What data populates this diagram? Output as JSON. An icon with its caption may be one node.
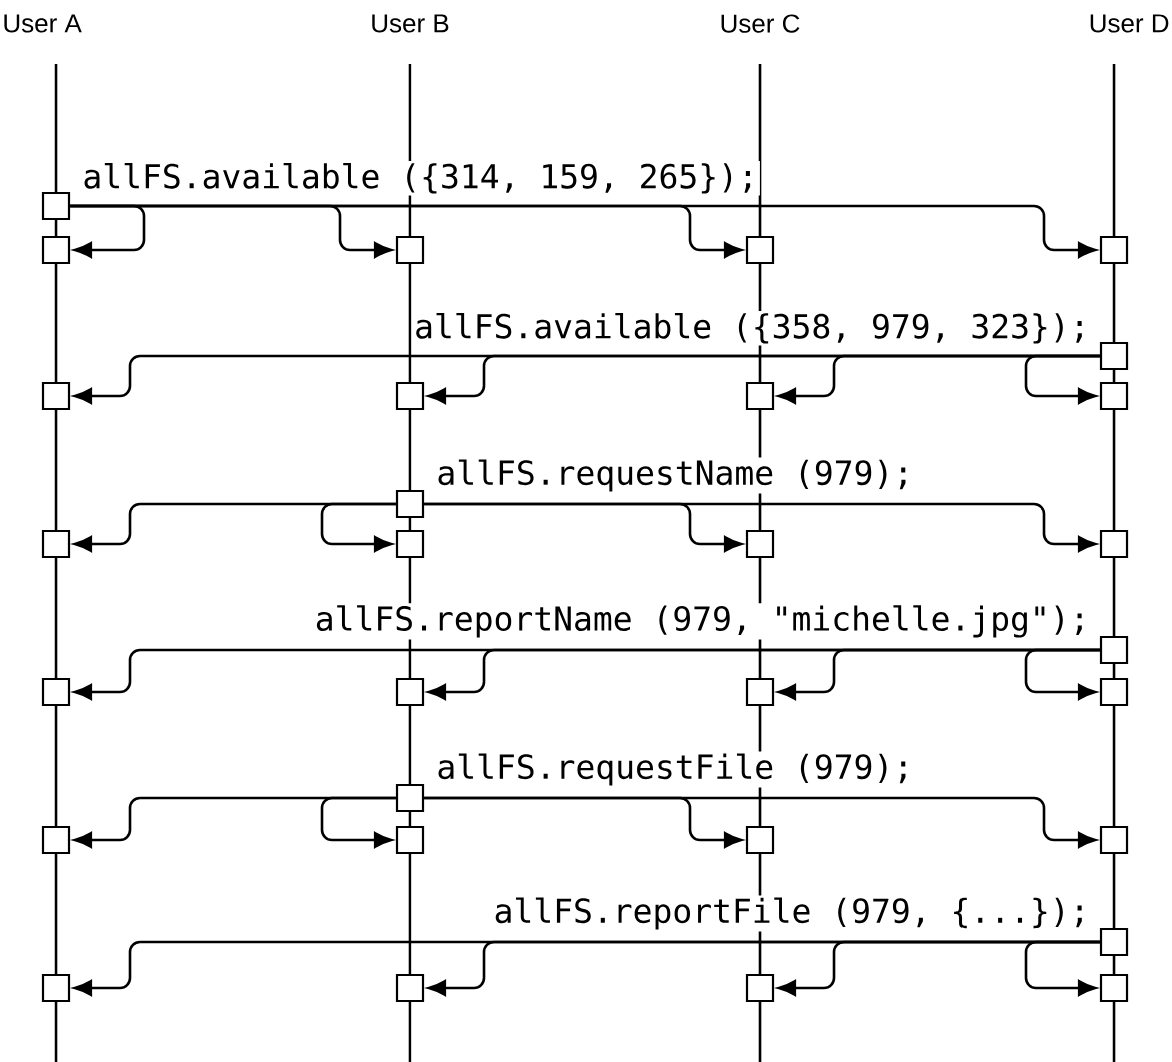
{
  "diagram": {
    "nodes": [
      {
        "text": [],
        "shape": "box"
      },
      {
        "text": [],
        "shape": "box"
      },
      {
        "text": [],
        "shape": "box"
      },
      {
        "text": [],
        "shape": "box"
      },
      {
        "text": [],
        "shape": "box"
      },
      {
        "text": [],
        "shape": "box"
      },
      {
        "text": [],
        "shape": "box"
      },
      {
        "text": [],
        "shape": "box"
      },
      {
        "text": [],
        "shape": "box"
      },
      {
        "text": [],
        "shape": "box"
      },
      {
        "text": [],
        "shape": "box"
      },
      {
        "text": [],
        "shape": "box"
      },
      {
        "text": [],
        "shape": "box"
      },
      {
        "text": [],
        "shape": "box"
      },
      {
        "text": [],
        "shape": "box"
      },
      {
        "text": [],
        "shape": "box"
      },
      {
        "text": [],
        "shape": "box"
      },
      {
        "text": [],
        "shape": "box"
      },
      {
        "text": [],
        "shape": "box"
      },
      {
        "text": [],
        "shape": "box"
      },
      {
        "text": [],
        "shape": "box"
      },
      {
        "text": [],
        "shape": "box"
      },
      {
        "text": [],
        "shape": "box"
      },
      {
        "text": [],
        "shape": "box"
      },
      {
        "text": [],
        "shape": "box"
      },
      {
        "text": [],
        "shape": "box"
      },
      {
        "text": [],
        "shape": "box"
      },
      {
        "text": [],
        "shape": "box"
      },
      {
        "text": [],
        "shape": "box"
      },
      {
        "text": [],
        "shape": "box"
      }
    ],
    "edges": [
      {
        "from": 0,
        "to": 1,
        "arrow": "to"
      },
      {
        "from": 0,
        "to": 2,
        "arrow": "to"
      },
      {
        "from": 0,
        "to": 3,
        "arrow": "to"
      },
      {
        "from": 0,
        "to": 4,
        "arrow": "to"
      },
      {
        "from": 5,
        "to": 6,
        "arrow": "to"
      },
      {
        "from": 5,
        "to": 7,
        "arrow": "to"
      },
      {
        "from": 5,
        "to": 8,
        "arrow": "to"
      },
      {
        "from": 5,
        "to": 9,
        "arrow": "to"
      },
      {
        "from": 10,
        "to": 11,
        "arrow": "to"
      },
      {
        "from": 10,
        "to": 12,
        "arrow": "to"
      },
      {
        "from": 10,
        "to": 13,
        "arrow": "to"
      },
      {
        "from": 10,
        "to": 14,
        "arrow": "to"
      },
      {
        "from": 15,
        "to": 16,
        "arrow": "to"
      },
      {
        "from": 15,
        "to": 17,
        "arrow": "to"
      },
      {
        "from": 15,
        "to": 18,
        "arrow": "to"
      },
      {
        "from": 15,
        "to": 19,
        "arrow": "to"
      },
      {
        "from": 20,
        "to": 21,
        "arrow": "to"
      },
      {
        "from": 20,
        "to": 22,
        "arrow": "to"
      },
      {
        "from": 20,
        "to": 23,
        "arrow": "to"
      },
      {
        "from": 20,
        "to": 24,
        "arrow": "to"
      },
      {
        "from": 25,
        "to": 26,
        "arrow": "to"
      },
      {
        "from": 25,
        "to": 27,
        "arrow": "to"
      },
      {
        "from": 25,
        "to": 28,
        "arrow": "to"
      },
      {
        "from": 25,
        "to": 29,
        "arrow": "to"
      }
    ],
    "labels": [
      "User A",
      "User B",
      "User C",
      "User D",
      "allFS.available ({314, 159, 265});",
      "allFS.available ({358, 979, 323});",
      "allFS.requestName (979);",
      "allFS.reportName (979, \"michelle.jpg\");",
      "allFS.requestFile (979);",
      "allFS.reportFile (979, {...});"
    ]
  }
}
